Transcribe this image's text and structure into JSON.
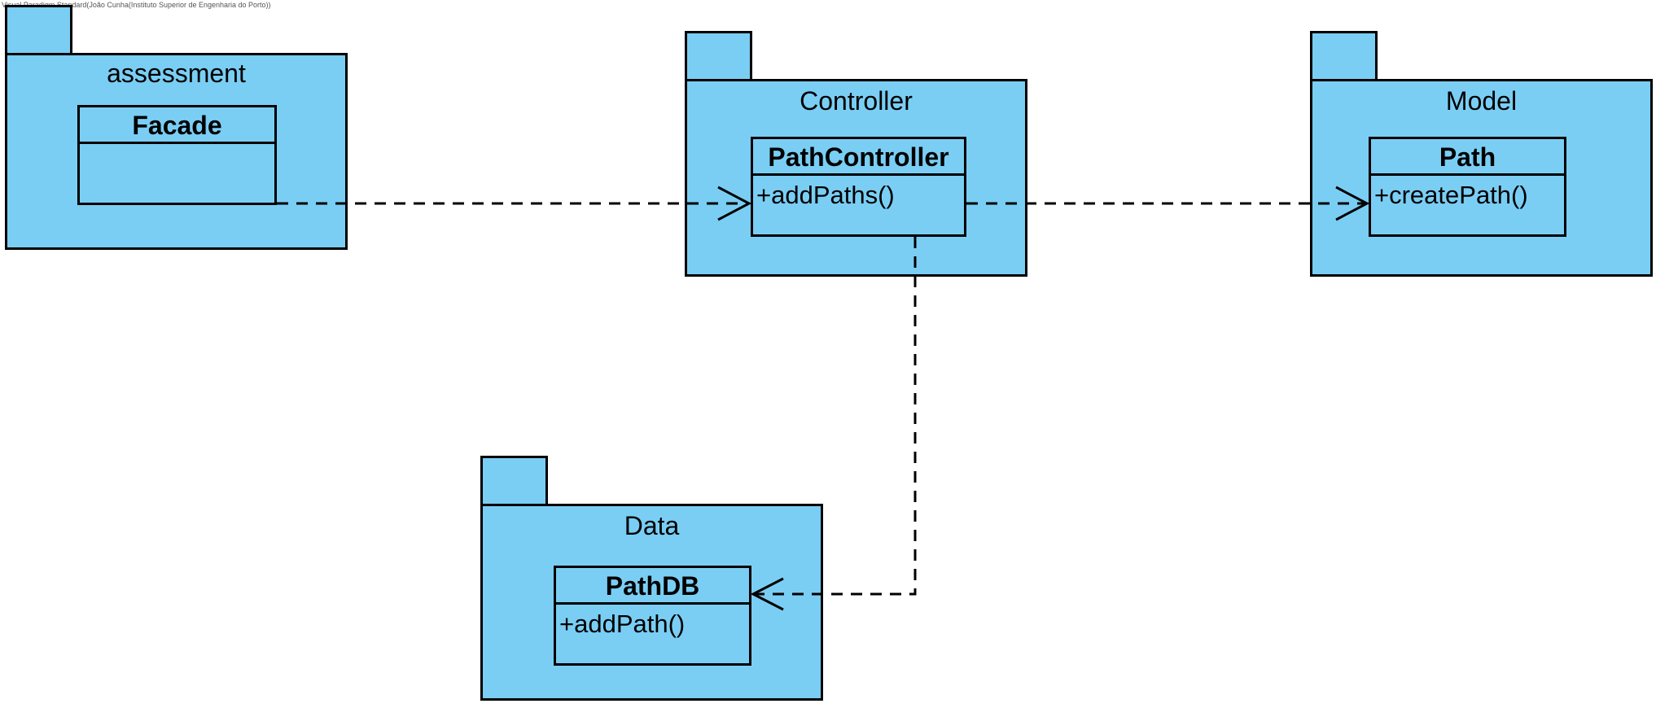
{
  "header": {
    "watermark": "Visual Paradigm Standard(João Cunha(Instituto Superior de Engenharia do Porto))"
  },
  "colors": {
    "package_fill": "#7ACEF4",
    "line": "#000000",
    "background": "#FFFFFF"
  },
  "packages": {
    "assessment": {
      "name": "assessment",
      "class": {
        "name": "Facade",
        "operations": []
      }
    },
    "controller": {
      "name": "Controller",
      "class": {
        "name": "PathController",
        "operations": [
          "+addPaths()"
        ]
      }
    },
    "model": {
      "name": "Model",
      "class": {
        "name": "Path",
        "operations": [
          "+createPath()"
        ]
      }
    },
    "data": {
      "name": "Data",
      "class": {
        "name": "PathDB",
        "operations": [
          "+addPath()"
        ]
      }
    }
  },
  "dependencies": [
    {
      "from": "Facade",
      "to": "PathController",
      "style": "dashed-open-arrow"
    },
    {
      "from": "PathController",
      "to": "Path",
      "style": "dashed-open-arrow"
    },
    {
      "from": "PathController",
      "to": "PathDB",
      "style": "dashed-open-arrow"
    }
  ]
}
